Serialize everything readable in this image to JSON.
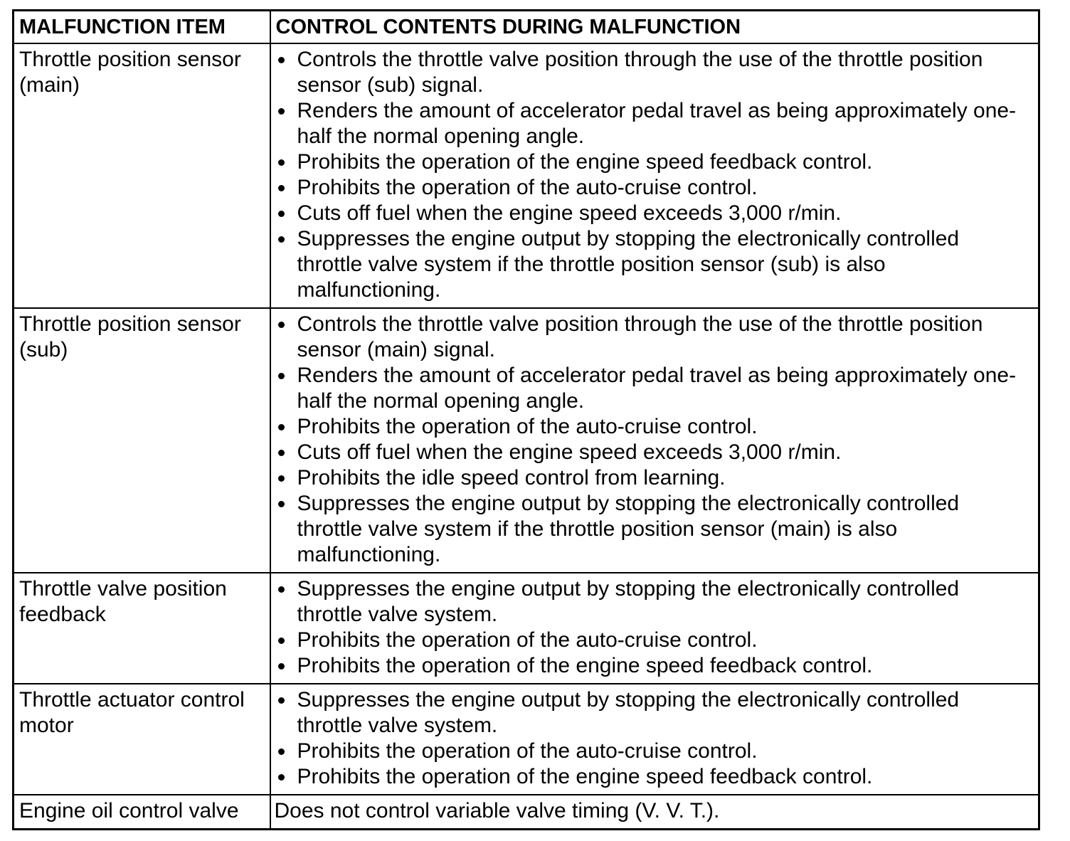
{
  "colors": {
    "border": "#000000",
    "text": "#000000",
    "background": "#ffffff"
  },
  "table": {
    "columns": [
      "MALFUNCTION ITEM",
      "CONTROL CONTENTS DURING MALFUNCTION"
    ],
    "rows": [
      {
        "item": "Throttle position sensor (main)",
        "bullets": [
          "Controls the throttle valve position through the use of the throttle position sensor (sub) signal.",
          "Renders the amount of accelerator pedal travel as being approximately one-half the normal opening angle.",
          "Prohibits the operation of the engine speed feedback control.",
          "Prohibits the operation of the auto-cruise control.",
          "Cuts off fuel when the engine speed exceeds 3,000 r/min.",
          "Suppresses the engine output by stopping the electronically controlled throttle valve system if the throttle position sensor (sub) is also malfunctioning."
        ]
      },
      {
        "item": "Throttle position sensor (sub)",
        "bullets": [
          "Controls the throttle valve position through the use of the throttle position sensor (main) signal.",
          "Renders the amount of accelerator pedal travel as being approximately one-half the normal opening angle.",
          "Prohibits the operation of the auto-cruise control.",
          "Cuts off fuel when the engine speed exceeds 3,000 r/min.",
          "Prohibits the idle speed control from learning.",
          "Suppresses the engine output by stopping the electronically controlled throttle valve system if the throttle position sensor (main) is also malfunctioning."
        ]
      },
      {
        "item": "Throttle valve position feedback",
        "bullets": [
          "Suppresses the engine output by stopping the electronically controlled throttle valve system.",
          "Prohibits the operation of the auto-cruise control.",
          "Prohibits the operation of the engine speed feedback control."
        ]
      },
      {
        "item": "Throttle actuator control motor",
        "bullets": [
          "Suppresses the engine output by stopping the electronically controlled throttle valve system.",
          "Prohibits the operation of the auto-cruise control.",
          "Prohibits the operation of the engine speed feedback control."
        ]
      },
      {
        "item": "Engine oil control valve",
        "text": "Does not control variable valve timing (V. V. T.)."
      }
    ]
  }
}
